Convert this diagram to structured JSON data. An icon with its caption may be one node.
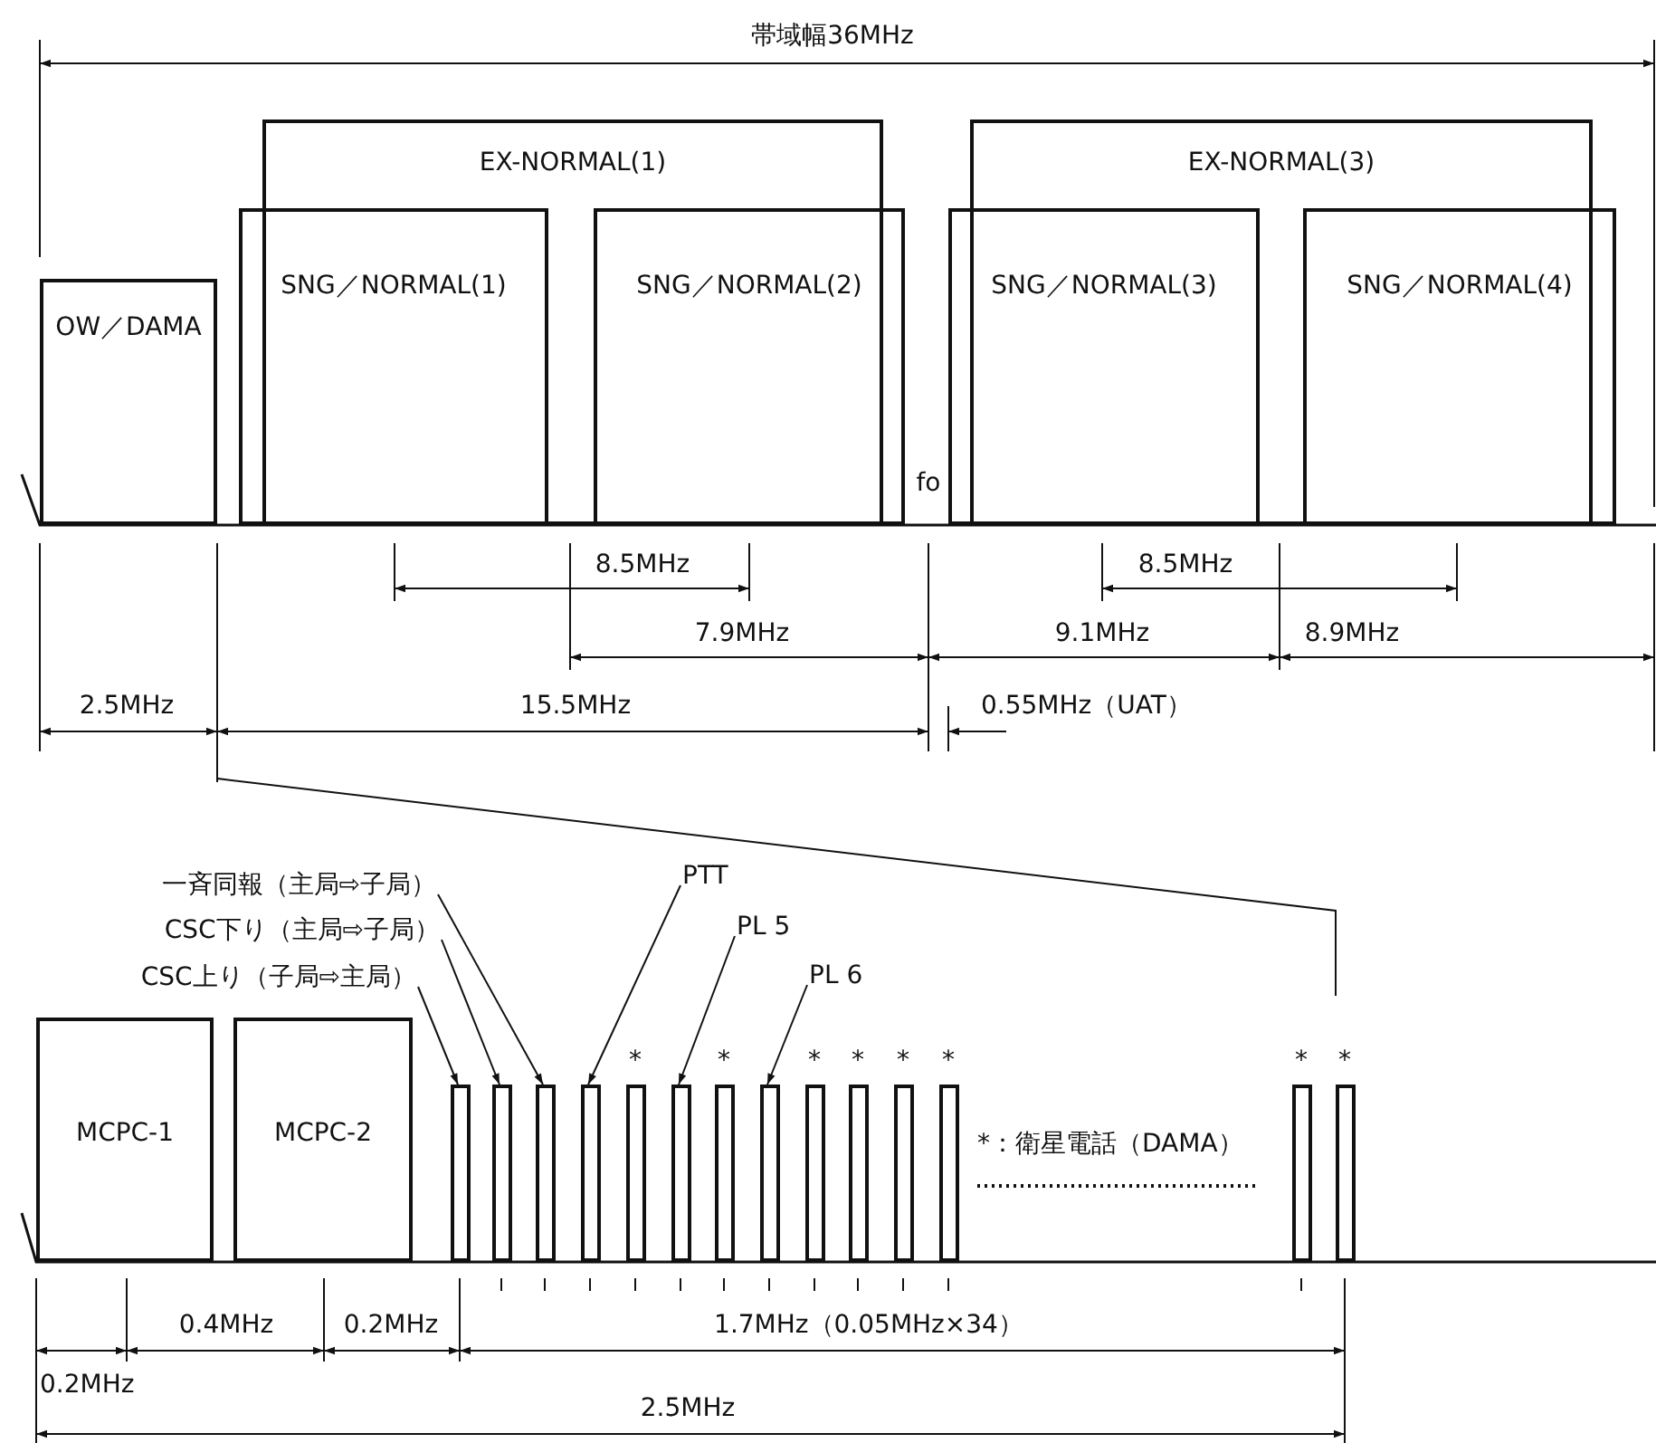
{
  "diagram": {
    "nodes": [
      {
        "text": [
          "OW／DAMA"
        ]
      },
      {
        "text": [
          "EX-NORMAL(1)"
        ]
      },
      {
        "text": [
          "SNG／NORMAL(1)"
        ]
      },
      {
        "text": [
          "SNG／NORMAL(2)"
        ]
      },
      {
        "text": [
          "EX-NORMAL(3)"
        ]
      },
      {
        "text": [
          "SNG／NORMAL(3)"
        ]
      },
      {
        "text": [
          "SNG／NORMAL(4)"
        ]
      },
      {
        "text": [
          "一斉同報（主局⇨子局）"
        ]
      },
      {
        "text": [
          "CSC下り（主局⇨子局）"
        ]
      },
      {
        "text": [
          "CSC上り（子局⇨主局）"
        ]
      },
      {
        "text": [
          "PTT"
        ]
      },
      {
        "text": [
          "PL 5"
        ]
      },
      {
        "text": [
          "PL 6"
        ]
      },
      {
        "text": [
          "MCPC-1"
        ]
      },
      {
        "text": [
          "MCPC-2"
        ]
      },
      {
        "text": [],
        "shape": "box"
      },
      {
        "text": [],
        "shape": "box"
      },
      {
        "text": [],
        "shape": "box"
      },
      {
        "text": [],
        "shape": "box"
      },
      {
        "text": [],
        "shape": "box"
      },
      {
        "text": [],
        "shape": "box"
      },
      {
        "text": [],
        "shape": "box"
      },
      {
        "text": [],
        "shape": "box"
      },
      {
        "text": [],
        "shape": "box"
      },
      {
        "text": [],
        "shape": "box"
      },
      {
        "text": [],
        "shape": "box"
      },
      {
        "text": [],
        "shape": "box"
      },
      {
        "text": [],
        "shape": "box"
      },
      {
        "text": [],
        "shape": "box"
      }
    ],
    "edges": [
      {
        "from": 7,
        "to": 17,
        "arrow": "to"
      },
      {
        "from": 8,
        "to": 16,
        "arrow": "to"
      },
      {
        "from": 9,
        "to": 15,
        "arrow": "to"
      },
      {
        "from": 10,
        "to": 18,
        "arrow": "to"
      },
      {
        "from": 11,
        "to": 20,
        "arrow": "to"
      },
      {
        "from": 12,
        "to": 22,
        "arrow": "to"
      }
    ],
    "labels": [
      "帯域幅36MHz",
      "fo",
      "8.5MHz",
      "8.5MHz",
      "7.9MHz",
      "9.1MHz",
      "8.9MHz",
      "2.5MHz",
      "15.5MHz",
      "0.55MHz（UAT）",
      "*",
      "*",
      "*",
      "*",
      "*",
      "*",
      "*",
      "*",
      "*：衛星電話（DAMA）",
      "0.4MHz",
      "0.2MHz",
      "1.7MHz（0.05MHz×34）",
      "0.2MHz",
      "2.5MHz"
    ]
  }
}
